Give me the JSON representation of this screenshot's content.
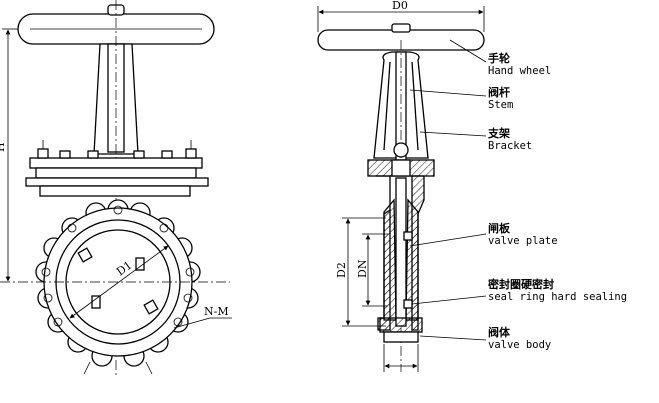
{
  "dimensions": {
    "d0": "D0",
    "d1": "D1",
    "d2": "D2",
    "dn": "DN",
    "h": "H",
    "nm": "N-M"
  },
  "callouts": [
    {
      "cn": "手轮",
      "en": "Hand wheel"
    },
    {
      "cn": "阀杆",
      "en": "Stem"
    },
    {
      "cn": "支架",
      "en": "Bracket"
    },
    {
      "cn": "闸板",
      "en": "valve plate"
    },
    {
      "cn": "密封圈硬密封",
      "en": "seal ring hard sealing"
    },
    {
      "cn": "阀体",
      "en": "valve body"
    }
  ]
}
